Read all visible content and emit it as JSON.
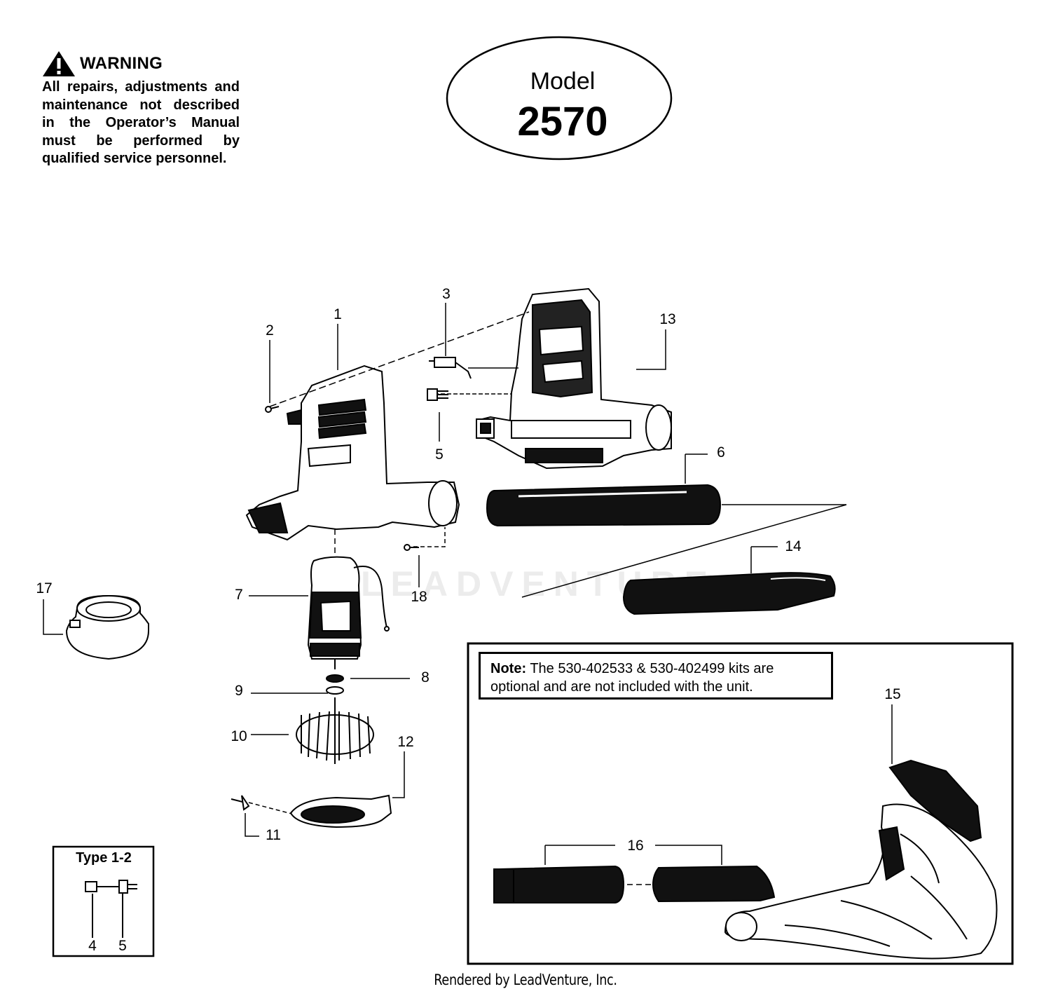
{
  "warning": {
    "title": "WARNING",
    "text": "All repairs, adjustments and maintenance not described in the Operator’s Manual must be performed by qualified service personnel."
  },
  "model": {
    "label": "Model",
    "number": "2570"
  },
  "callouts": {
    "c1": "1",
    "c2": "2",
    "c3": "3",
    "c4": "4",
    "c5a": "5",
    "c5b": "5",
    "c6": "6",
    "c7": "7",
    "c8": "8",
    "c9": "9",
    "c10": "10",
    "c11": "11",
    "c12": "12",
    "c13": "13",
    "c14": "14",
    "c15": "15",
    "c16": "16",
    "c17": "17",
    "c18": "18"
  },
  "note": {
    "label": "Note:",
    "text": "The 530-402533 & 530-402499 kits are optional and are not included with the unit."
  },
  "type_box": {
    "label": "Type 1-2"
  },
  "watermark": "LEADVENTURE",
  "footer": "Rendered by LeadVenture, Inc."
}
